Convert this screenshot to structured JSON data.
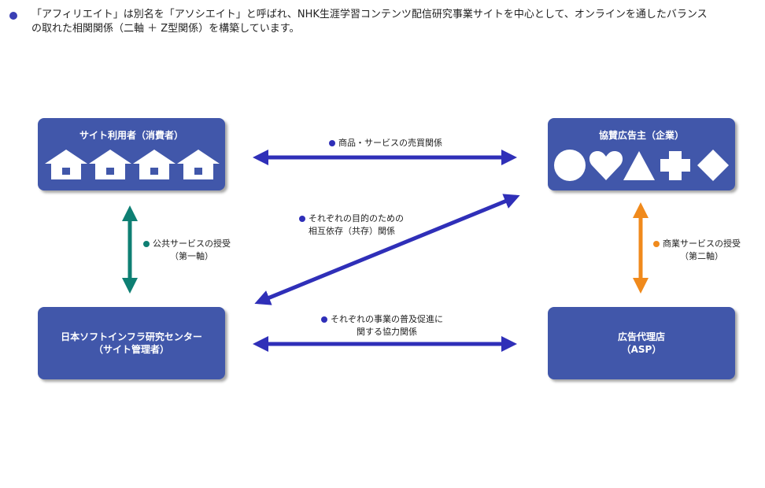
{
  "intro": {
    "line1": "「アフィリエイト」は別名を「アソシエイト」と呼ばれ、NHK生涯学習コンテンツ配信研究事業サイトを中心として、オンラインを通したバランス",
    "line2": "の取れた相関関係（二軸 ＋ Z型関係）を構築しています。"
  },
  "boxes": {
    "users": {
      "title": "サイト利用者（消費者）",
      "icon": "house-icon"
    },
    "sponsors": {
      "title": "協賛広告主（企業）",
      "icons": [
        "circle-icon",
        "heart-icon",
        "triangle-icon",
        "cross-icon",
        "diamond-icon"
      ]
    },
    "center": {
      "title_line1": "日本ソフトインフラ研究センター",
      "title_line2": "（サイト管理者）"
    },
    "agency": {
      "title_line1": "広告代理店",
      "title_line2": "（ASP）"
    }
  },
  "relations": {
    "sales": {
      "line1": "商品・サービスの売買関係"
    },
    "mutual": {
      "line1": "それぞれの目的のための",
      "line2": "相互依存（共存）関係"
    },
    "promotion": {
      "line1": "それぞれの事業の普及促進に",
      "line2": "関する協力関係"
    },
    "public": {
      "line1": "公共サービスの授受",
      "line2": "（第一軸）"
    },
    "commercial": {
      "line1": "商業サービスの授受",
      "line2": "（第二軸）"
    }
  },
  "colors": {
    "box": "#4157aa",
    "blue_arrow": "#2f2fb8",
    "teal_arrow": "#0e7f73",
    "orange_arrow": "#f08a1c",
    "bullet_blue": "#3a3fb5"
  }
}
